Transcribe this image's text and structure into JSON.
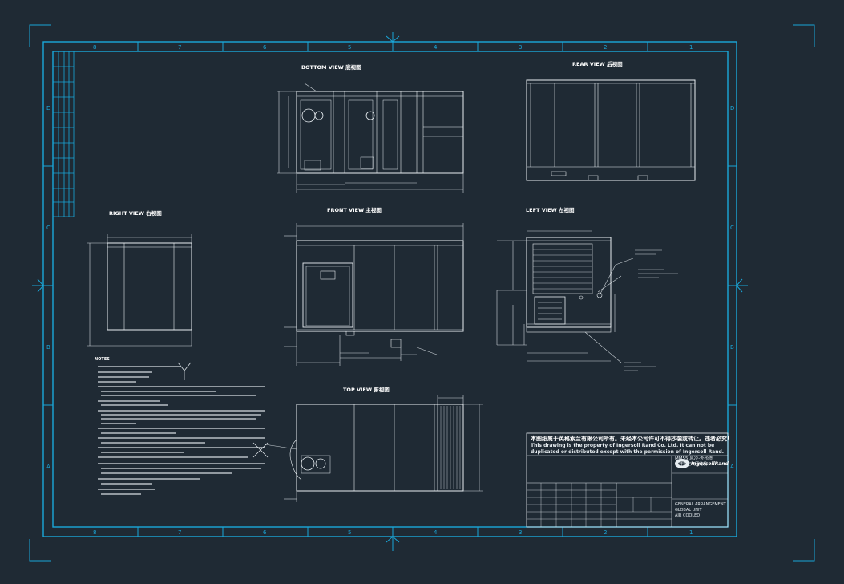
{
  "zones": {
    "top": [
      "8",
      "7",
      "6",
      "5",
      "4",
      "3",
      "2",
      "1"
    ],
    "bottom": [
      "8",
      "7",
      "6",
      "5",
      "4",
      "3",
      "2",
      "1"
    ],
    "left": [
      "D",
      "C",
      "B",
      "A"
    ],
    "right": [
      "D",
      "C",
      "B",
      "A"
    ]
  },
  "views": {
    "bottom": "BOTTOM VIEW 底视图",
    "rear": "REAR VIEW 后视图",
    "right": "RIGHT VIEW 右视图",
    "front": "FRONT VIEW 主视图",
    "left": "LEFT VIEW 左视图",
    "top": "TOP VIEW 俯视图"
  },
  "notes": {
    "heading": "NOTES"
  },
  "title_block": {
    "property_cn": "本图纸属于英格索兰有限公司所有。未经本公司许可不得抄袭或转让。违者必究!",
    "property_en_1": "This drawing is the property of Ingersoll Rand Co. Ltd. It can not be",
    "property_en_2": "duplicated or distributed except with the permission of Ingersoll Rand.",
    "model": "MM55 风冷-外形图",
    "model_cn": "螺杆式空气压缩机",
    "brand": "IngersollRand",
    "title_1": "GENERAL ARRANGEMENT",
    "title_2": "GLOBAL UNIT",
    "title_3": "AIR COOLED"
  }
}
